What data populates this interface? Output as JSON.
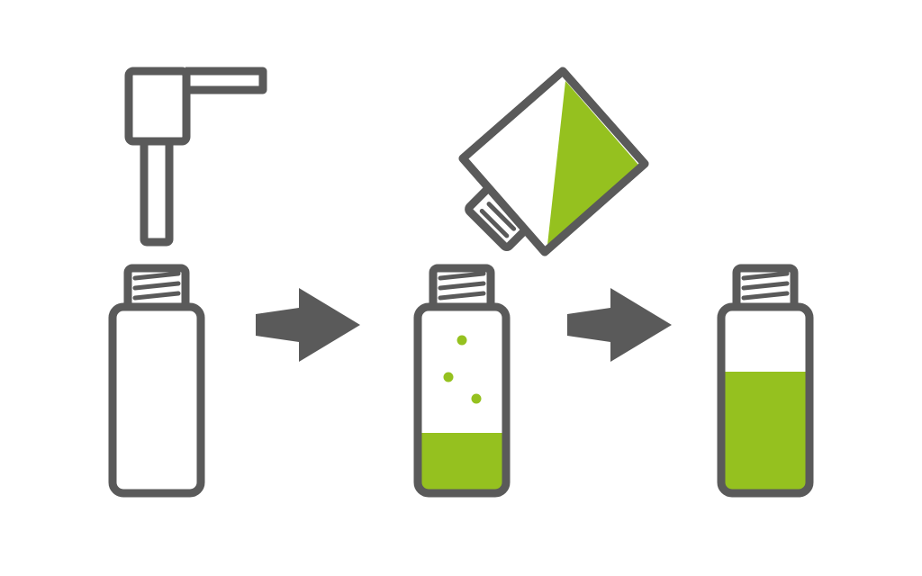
{
  "colors": {
    "outline": "#5a5a5a",
    "liquid": "#95c11f",
    "background": "#ffffff",
    "fill_empty": "#ffffff"
  },
  "steps": [
    {
      "id": "step-1",
      "icon": "pump-dispenser-icon",
      "vial_fill_level": 0.0,
      "particles": 0
    },
    {
      "id": "step-2",
      "icon": "pour-concentrate-icon",
      "vial_fill_level": 0.3,
      "particles": 3
    },
    {
      "id": "step-3",
      "icon": "filled-vial-icon",
      "vial_fill_level": 0.62,
      "particles": 0
    }
  ],
  "arrows": [
    {
      "icon": "arrow-right-icon"
    },
    {
      "icon": "arrow-right-icon"
    }
  ]
}
